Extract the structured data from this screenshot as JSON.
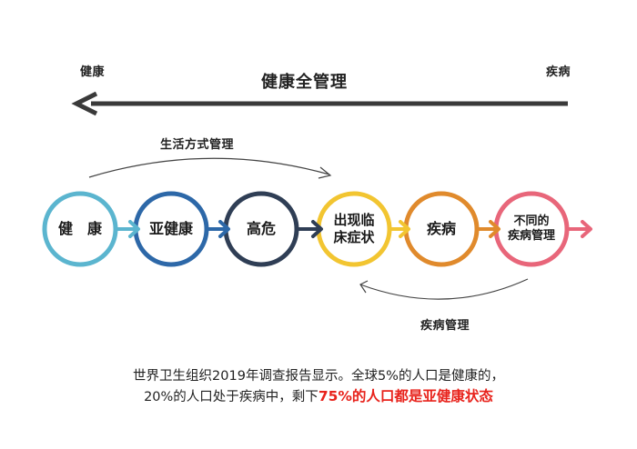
{
  "header": {
    "left_label": "健康",
    "right_label": "疾病",
    "title": "健康全管理"
  },
  "arcs": {
    "top_label": "生活方式管理",
    "bottom_label": "疾病管理"
  },
  "stages": [
    {
      "lines": [
        "健　康"
      ],
      "color": "#5bb5cf"
    },
    {
      "lines": [
        "亚健康"
      ],
      "color": "#2d68a8"
    },
    {
      "lines": [
        "高危"
      ],
      "color": "#2f3e55"
    },
    {
      "lines": [
        "出现临",
        "床症状"
      ],
      "color": "#f2c531"
    },
    {
      "lines": [
        "疾病"
      ],
      "color": "#e08a2c"
    },
    {
      "lines": [
        "不同的",
        "疾病管理"
      ],
      "color": "#e8667a"
    }
  ],
  "caption": {
    "line1": "世界卫生组织2019年调查报告显示。全球5%的人口是健康的，",
    "line2_prefix": "20%的人口处于疾病中，剩下",
    "line2_highlight": "75%的人口都是亚健康状态"
  },
  "colors": {
    "main_arrow": "#3a3a3a",
    "arc": "#444444",
    "highlight": "#e8231c"
  }
}
